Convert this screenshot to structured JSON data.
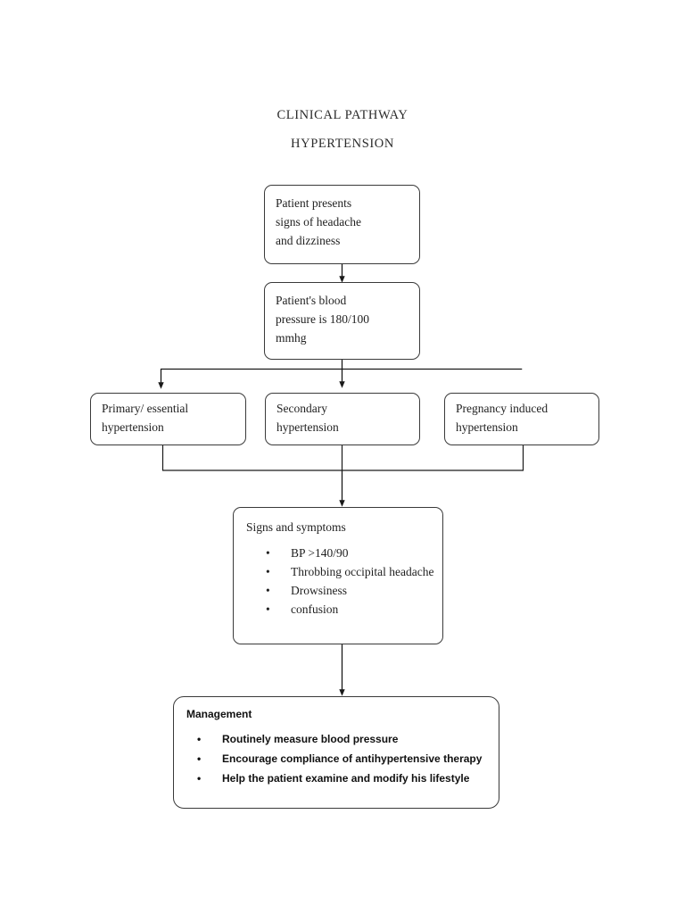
{
  "page": {
    "title_line_1": "CLINICAL PATHWAY",
    "title_line_2": "HYPERTENSION",
    "background_color": "#ffffff",
    "line_color": "#1a1a1a",
    "text_color": "#1f1f1f"
  },
  "flowchart": {
    "type": "flowchart",
    "orientation": "top-to-bottom",
    "nodes": {
      "presentation": {
        "label": "Patient presents\nsigns of headache\nand dizziness"
      },
      "blood_pressure": {
        "label": "Patient's blood\npressure is 180/100\nmmhg"
      },
      "primary": {
        "label": "Primary/ essential\nhypertension"
      },
      "secondary": {
        "label": "Secondary\nhypertension"
      },
      "pregnancy": {
        "label": "Pregnancy induced\nhypertension"
      },
      "signs": {
        "heading": "Signs and symptoms",
        "bullets": [
          "BP >140/90",
          "Throbbing occipital headache",
          "Drowsiness",
          "confusion"
        ]
      },
      "management": {
        "heading": "Management",
        "bullets": [
          "Routinely measure blood pressure",
          "Encourage compliance of antihypertensive therapy",
          "Help the patient examine and modify his lifestyle"
        ]
      }
    },
    "edges": [
      {
        "from": "presentation",
        "to": "blood_pressure",
        "style": "arrow"
      },
      {
        "from": "blood_pressure",
        "to": "primary",
        "style": "split-arrow"
      },
      {
        "from": "blood_pressure",
        "to": "secondary",
        "style": "split-arrow"
      },
      {
        "from": "blood_pressure",
        "to": "pregnancy",
        "style": "split-line"
      },
      {
        "from": "primary",
        "to": "signs",
        "style": "merge-arrow"
      },
      {
        "from": "secondary",
        "to": "signs",
        "style": "merge-arrow"
      },
      {
        "from": "pregnancy",
        "to": "signs",
        "style": "merge-arrow"
      },
      {
        "from": "signs",
        "to": "management",
        "style": "arrow"
      }
    ]
  }
}
